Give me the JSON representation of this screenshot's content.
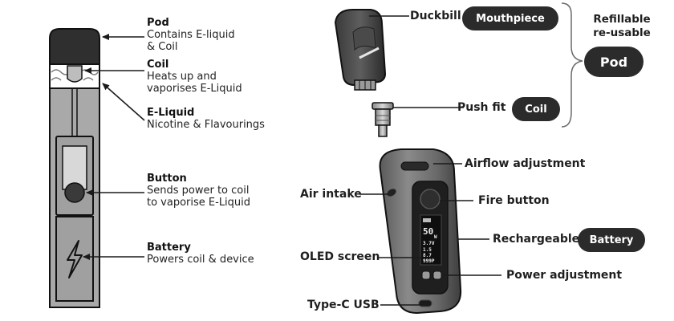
{
  "left_diagram": {
    "pod": {
      "title": "Pod",
      "desc": [
        "Contains E-liquid",
        "& Coil"
      ]
    },
    "coil": {
      "title": "Coil",
      "desc": [
        "Heats up and",
        "vaporises E-Liquid"
      ]
    },
    "eliquid": {
      "title": "E-Liquid",
      "desc": [
        "Nicotine & Flavourings"
      ]
    },
    "button": {
      "title": "Button",
      "desc": [
        "Sends power to coil",
        "to vaporise E-Liquid"
      ]
    },
    "battery": {
      "title": "Battery",
      "desc": [
        "Powers coil & device"
      ]
    }
  },
  "right_diagram": {
    "duckbill": "Duckbill",
    "mouthpiece": "Mouthpiece",
    "refillable": [
      "Refillable",
      "re-usable"
    ],
    "pod": "Pod",
    "push_fit": "Push fit",
    "coil": "Coil",
    "airflow": "Airflow adjustment",
    "air_intake": "Air intake",
    "fire_button": "Fire button",
    "rechargeable": "Rechargeable",
    "battery": "Battery",
    "oled_screen": "OLED screen",
    "power_adjustment": "Power adjustment",
    "type_c": "Type-C USB"
  },
  "screen_readout": {
    "value": "50",
    "unit": "W",
    "line2": "3.7V",
    "line3": "1.5",
    "line4": "8.7",
    "line5": "999P"
  },
  "colors": {
    "ink": "#1a1a1a",
    "pill_bg": "#2b2b2b",
    "pod_top": "#2f2f2f",
    "pod_body": "#a9a9a9",
    "device_body": "#6f6f6f"
  }
}
